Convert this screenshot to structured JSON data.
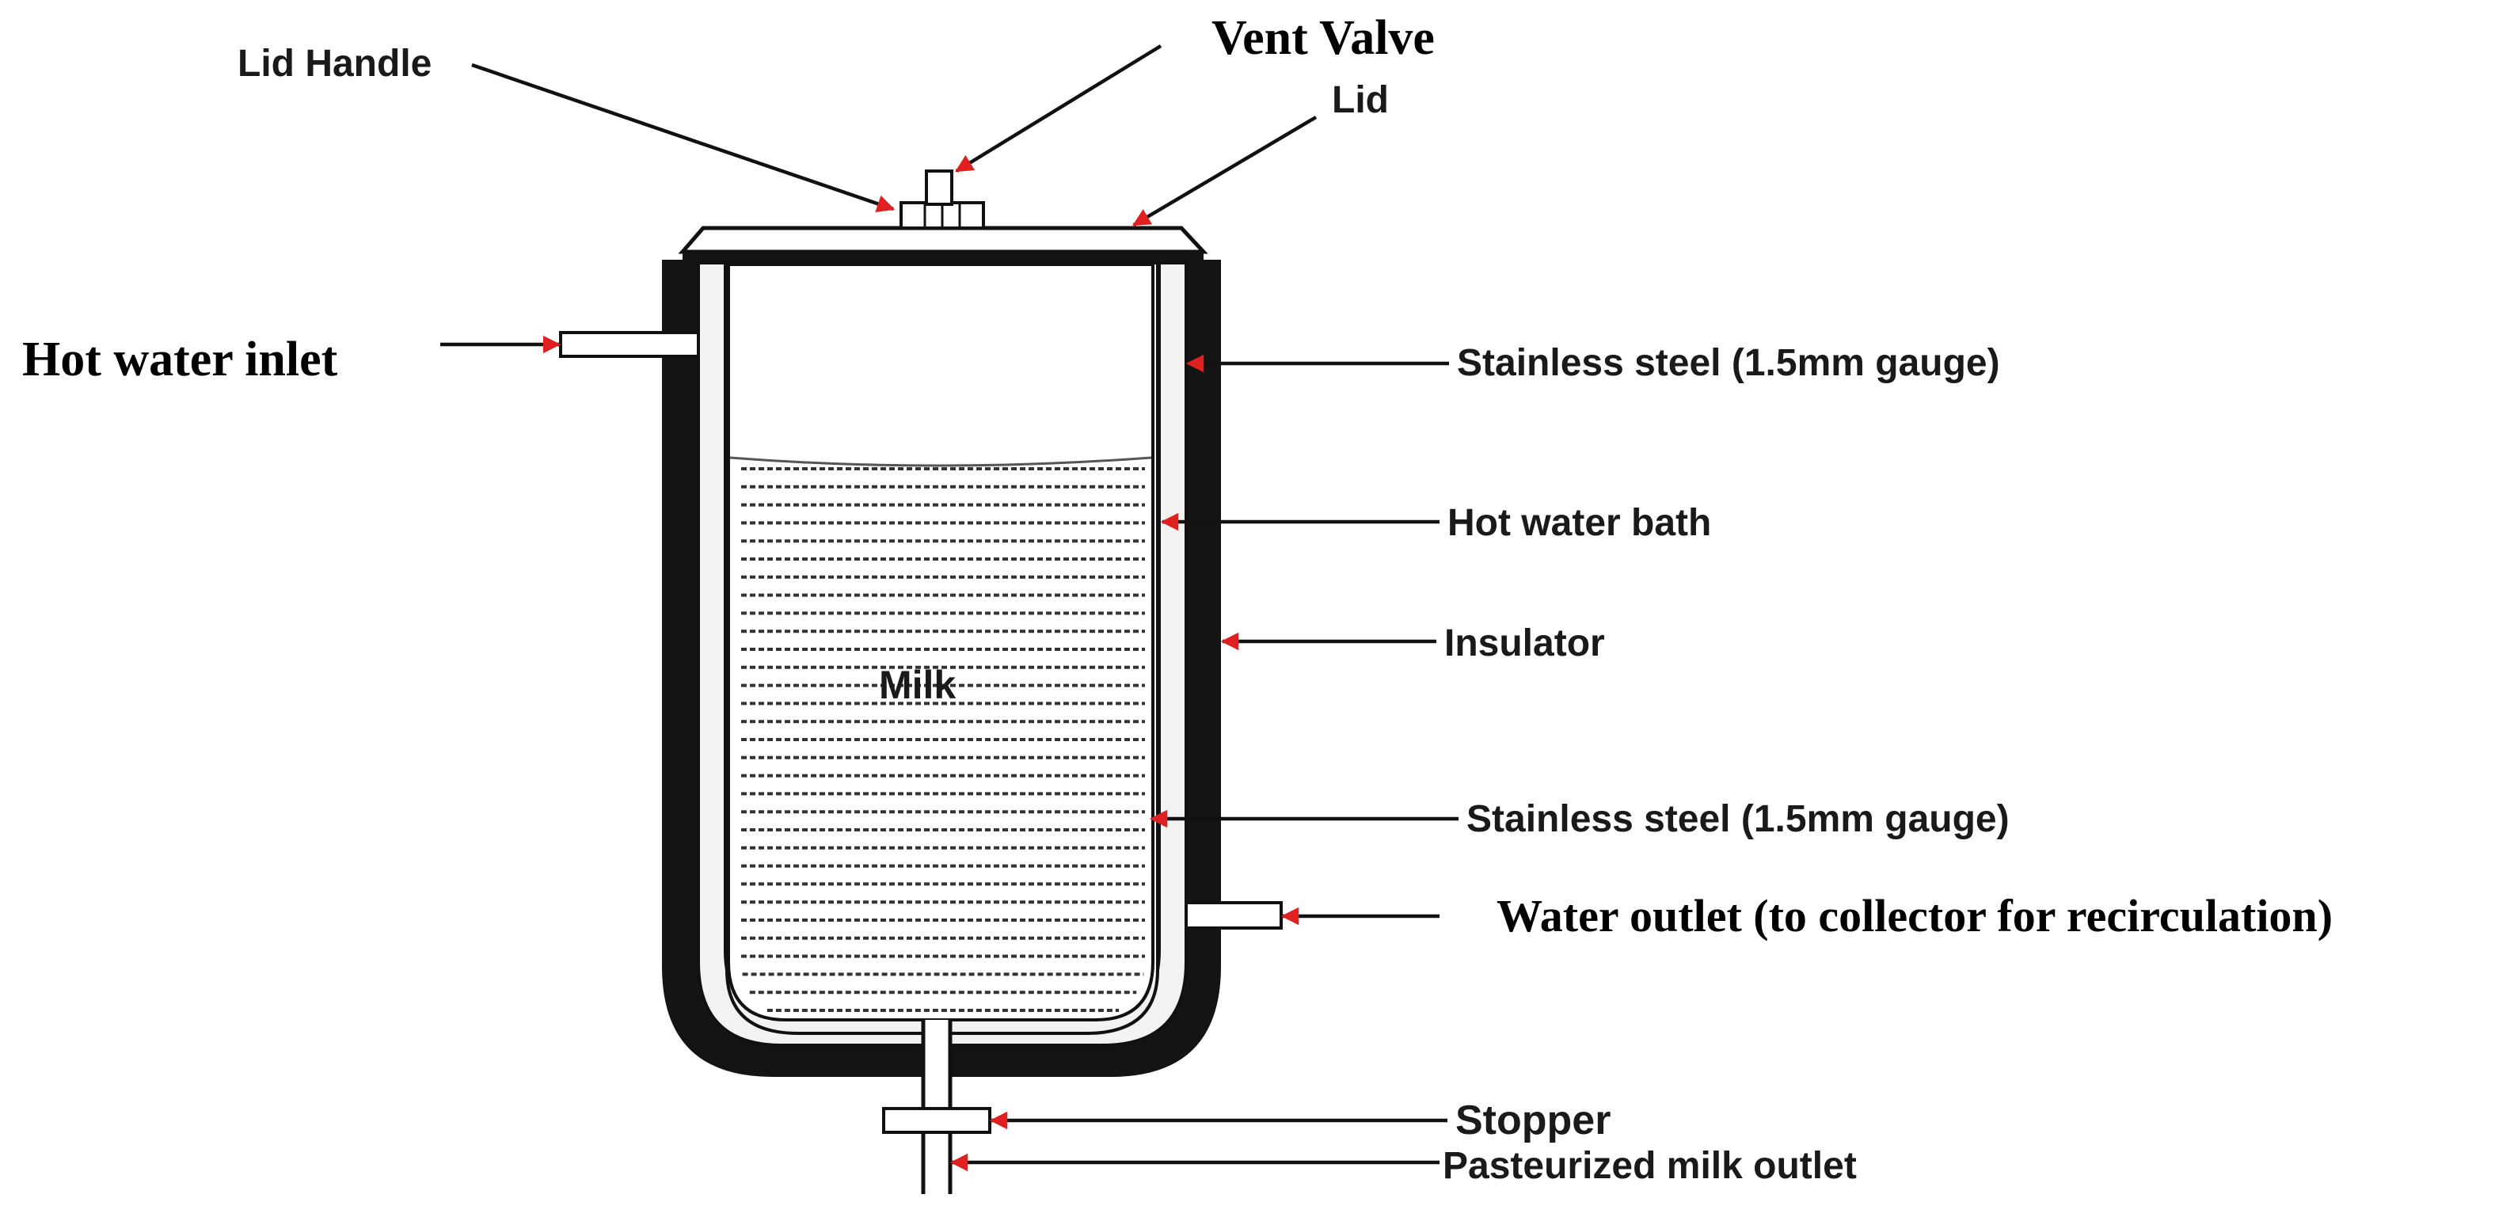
{
  "labels": {
    "lid_handle": "Lid Handle",
    "vent_valve": "Vent Valve",
    "lid": "Lid",
    "hot_water_inlet": "Hot water inlet",
    "stainless_steel_outer": "Stainless steel (1.5mm gauge)",
    "hot_water_bath": "Hot water bath",
    "insulator": "Insulator",
    "milk": "Milk",
    "stainless_steel_inner": "Stainless steel (1.5mm gauge)",
    "water_outlet": "Water outlet (to collector for recirculation)",
    "stopper": "Stopper",
    "pasteurized_milk_outlet": "Pasteurized milk outlet"
  },
  "colors": {
    "insulator": "#141414",
    "steel_wall": "#f2f2f2",
    "outline": "#111111",
    "milk_lines": "#333333",
    "arrow_head": "#e02020",
    "background": "#ffffff"
  }
}
